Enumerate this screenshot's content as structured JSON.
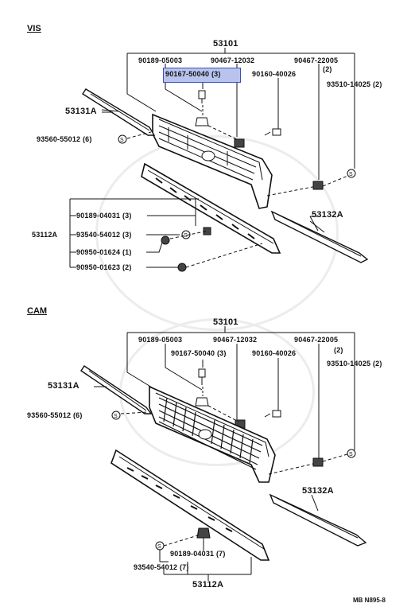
{
  "highlight_color": "#b9c4ee",
  "sections": {
    "vis": {
      "title": "VIS",
      "assembly": "53101",
      "labels": {
        "p1": "90189-05003",
        "p2": "90467-12032",
        "p3": "90467-22005",
        "p3_qty": "(2)",
        "p4": "90167-50040 (3)",
        "p5": "90160-40026",
        "p6": "93510-14025 (2)",
        "p7": "53131A",
        "p8": "93560-55012 (6)",
        "p9": "53132A",
        "p10": "90189-04031 (3)",
        "p11_prefix": "53112A",
        "p11": "93540-54012 (3)",
        "p12": "90950-01624 (1)",
        "p13": "90950-01623 (2)"
      }
    },
    "cam": {
      "title": "CAM",
      "assembly": "53101",
      "labels": {
        "p1": "90189-05003",
        "p2": "90467-12032",
        "p3": "90467-22005",
        "p3_qty": "(2)",
        "p4": "90167-50040 (3)",
        "p5": "90160-40026",
        "p6": "93510-14025 (2)",
        "p7": "53131A",
        "p8": "93560-55012 (6)",
        "p9": "53132A",
        "p10": "90189-04031 (7)",
        "p11": "93540-54012 (7)",
        "p12": "53112A"
      }
    }
  },
  "footer": "MB N895-8"
}
